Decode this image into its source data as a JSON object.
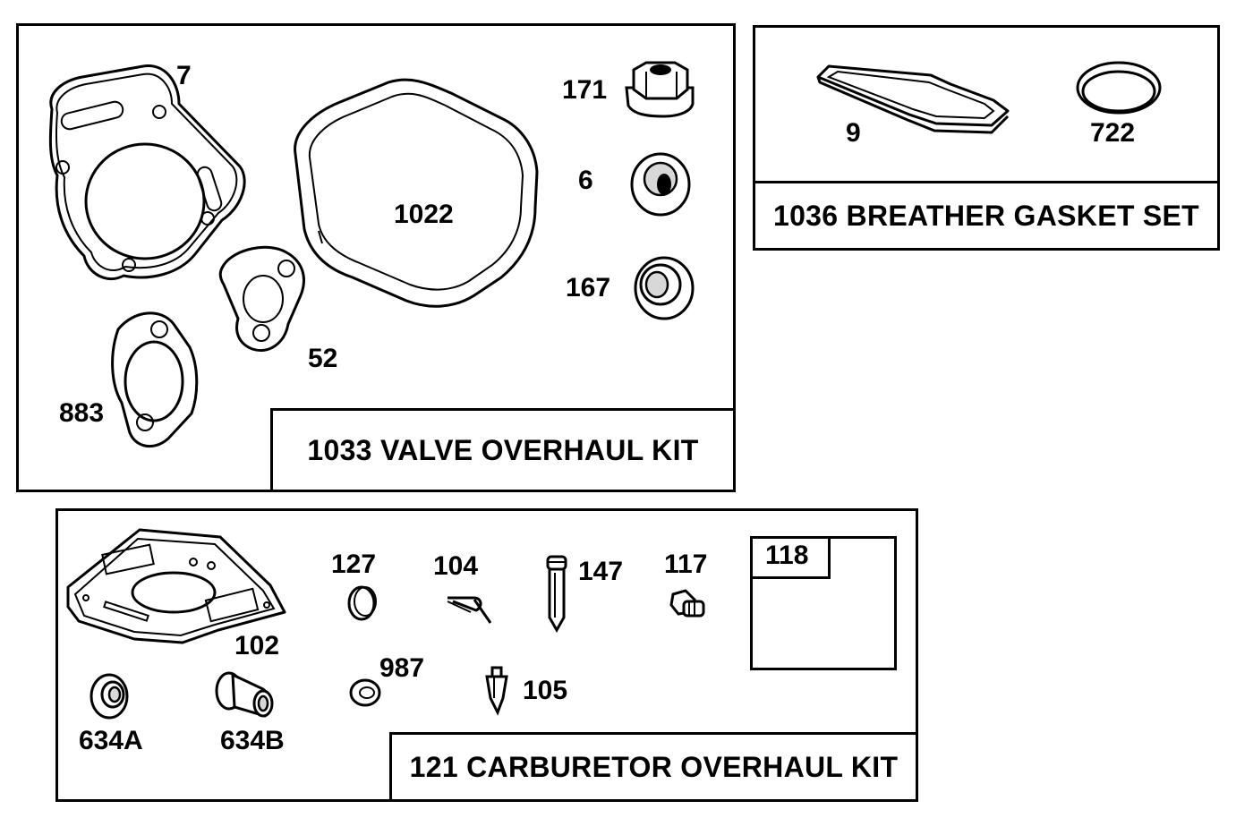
{
  "kits": {
    "valve": {
      "title": "1033 VALVE OVERHAUL KIT",
      "parts": {
        "p7": "7",
        "p1022": "1022",
        "p171": "171",
        "p6": "6",
        "p167": "167",
        "p52": "52",
        "p883": "883"
      }
    },
    "breather": {
      "title": "1036 BREATHER GASKET SET",
      "parts": {
        "p9": "9",
        "p722": "722"
      }
    },
    "carburetor": {
      "title": "121 CARBURETOR OVERHAUL KIT",
      "parts": {
        "p102": "102",
        "p127": "127",
        "p104": "104",
        "p147": "147",
        "p117": "117",
        "p118": "118",
        "p987": "987",
        "p105": "105",
        "p634a": "634A",
        "p634b": "634B"
      }
    }
  }
}
